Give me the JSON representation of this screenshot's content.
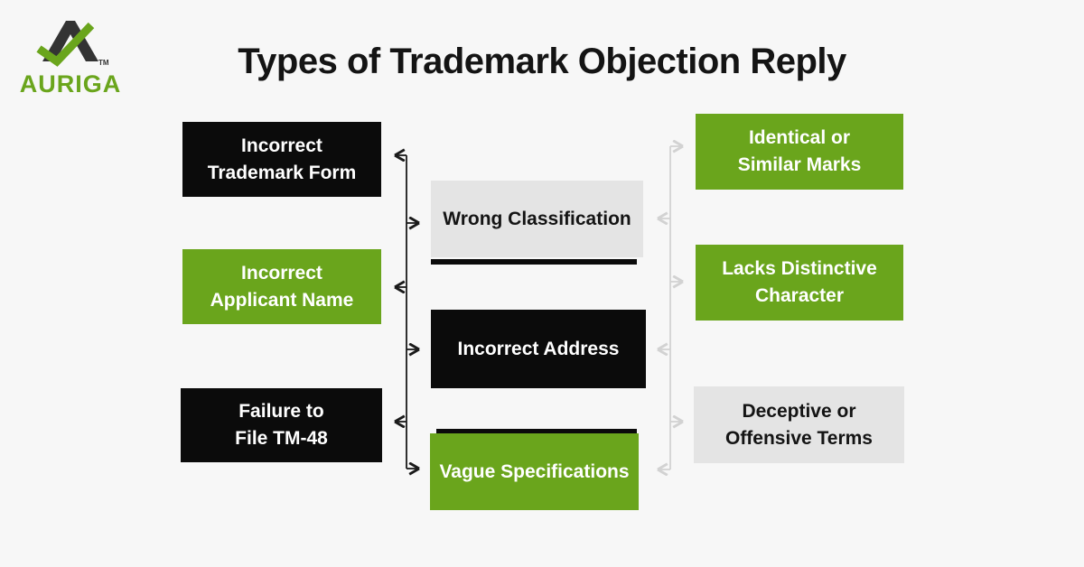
{
  "page": {
    "title": "Types of Trademark Objection Reply",
    "background": "#f7f7f7"
  },
  "logo": {
    "brand": "AURIGA",
    "tm": "TM",
    "mark_icon": "mountain-checkmark-logo",
    "green": "#6aa51c",
    "dark": "#333333"
  },
  "colors": {
    "black_box": "#0b0b0b",
    "green_box": "#6aa51c",
    "gray_box": "#e4e4e4",
    "black_connector": "#1a1a1a",
    "gray_connector": "#d2d2d2"
  },
  "diagram": {
    "left_column": [
      {
        "label": "Incorrect\nTrademark Form",
        "variant": "black"
      },
      {
        "label": "Incorrect\nApplicant Name",
        "variant": "green"
      },
      {
        "label": "Failure to\nFile TM-48",
        "variant": "black"
      }
    ],
    "middle_column": [
      {
        "label": "Wrong Classification",
        "variant": "gray"
      },
      {
        "label": "Incorrect Address",
        "variant": "black"
      },
      {
        "label": "Vague Specifications",
        "variant": "green"
      }
    ],
    "right_column": [
      {
        "label": "Identical or\nSimilar Marks",
        "variant": "green"
      },
      {
        "label": "Lacks Distinctive\nCharacter",
        "variant": "green"
      },
      {
        "label": "Deceptive or\nOffensive Terms",
        "variant": "gray"
      }
    ]
  }
}
